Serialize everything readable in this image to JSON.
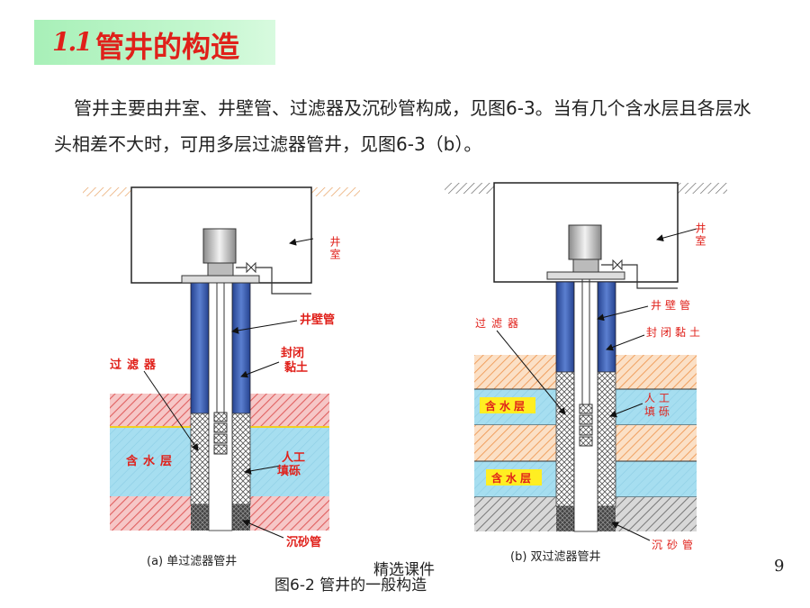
{
  "header": {
    "section_number": "1.1",
    "title": "管井的构造"
  },
  "paragraph": "管井主要由井室、井壁管、过滤器及沉砂管构成，见图6-3。当有几个含水层且各层水头相差不大时，可用多层过滤器管井，见图6-3（b）。",
  "diagram_a": {
    "caption": "(a) 单过滤器管井",
    "labels": {
      "well_room": "井室",
      "casing": "井壁管",
      "seal_clay": "封闭黏土",
      "filter": "过滤器",
      "aquifer": "含水层",
      "gravel": "人工填砾",
      "sump": "沉砂管"
    }
  },
  "diagram_b": {
    "caption": "(b) 双过滤器管井",
    "labels": {
      "well_room": "井室",
      "casing": "井壁管",
      "seal_clay": "封闭黏土",
      "filter": "过滤器",
      "aquifer_1": "含水层",
      "aquifer_2": "含水层",
      "gravel": "人工填砾",
      "sump": "沉砂管"
    }
  },
  "figure_caption": "图6-2  管井的一般构造",
  "watermark": "精选课件",
  "page_number": "9",
  "colors": {
    "title_red": "#e0201a",
    "title_bg": "#b6f3c3",
    "label_red": "#e0201a",
    "casing_blue": "#3a5fb0",
    "aquifer_blue": "#9fdcef",
    "clay_red": "#e08080",
    "sand_orange": "#f0b070",
    "aquifer_label_bg": "#ffee22"
  }
}
